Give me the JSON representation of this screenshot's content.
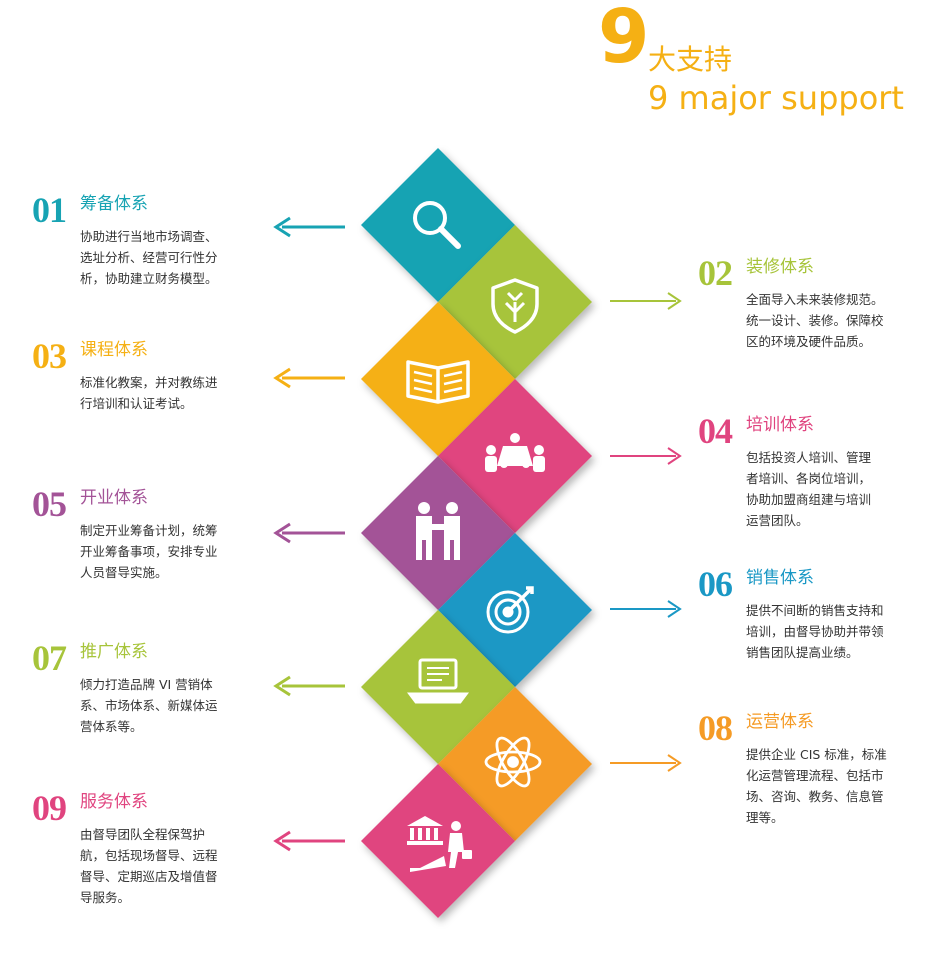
{
  "header": {
    "number": "9",
    "title_cn": "大支持",
    "title_en": "9 major support"
  },
  "colors": {
    "teal": "#17a3b3",
    "lime": "#a7c43a",
    "yellow": "#f5b014",
    "pink": "#e0447f",
    "purple": "#a35397",
    "blue": "#1a98c5",
    "orange": "#f59b25"
  },
  "items": [
    {
      "num": "01",
      "title": "筹备体系",
      "desc": "协助进行当地市场调查、\n选址分析、经营可行性分\n析，协助建立财务模型。",
      "color": "#17a3b3",
      "icon": "search-icon"
    },
    {
      "num": "02",
      "title": "装修体系",
      "desc": "全面导入未来装修规范。\n统一设计、装修。保障校\n区的环境及硬件品质。",
      "color": "#a7c43a",
      "icon": "shield-icon"
    },
    {
      "num": "03",
      "title": "课程体系",
      "desc": "标准化教案，并对教练进\n行培训和认证考试。",
      "color": "#f5b014",
      "icon": "book-icon"
    },
    {
      "num": "04",
      "title": "培训体系",
      "desc": "包括投资人培训、管理\n者培训、各岗位培训，\n协助加盟商组建与培训\n运营团队。",
      "color": "#e0447f",
      "icon": "meeting-icon"
    },
    {
      "num": "05",
      "title": "开业体系",
      "desc": "制定开业筹备计划，统筹\n开业筹备事项，安排专业\n人员督导实施。",
      "color": "#a35397",
      "icon": "handshake-icon"
    },
    {
      "num": "06",
      "title": "销售体系",
      "desc": "提供不间断的销售支持和\n培训，由督导协助并带领\n销售团队提高业绩。",
      "color": "#1a98c5",
      "icon": "target-icon"
    },
    {
      "num": "07",
      "title": "推广体系",
      "desc": "倾力打造品牌 VI 营销体\n系、市场体系、新媒体运\n营体系等。",
      "color": "#a7c43a",
      "icon": "laptop-icon"
    },
    {
      "num": "08",
      "title": "运营体系",
      "desc": "提供企业 CIS 标准，标准\n化运营管理流程、包括市\n场、咨询、教务、信息管\n理等。",
      "color": "#f59b25",
      "icon": "atom-icon"
    },
    {
      "num": "09",
      "title": "服务体系",
      "desc": "由督导团队全程保驾护\n航，包括现场督导、远程\n督导、定期巡店及增值督\n导服务。",
      "color": "#e0447f",
      "icon": "businessman-icon"
    }
  ]
}
